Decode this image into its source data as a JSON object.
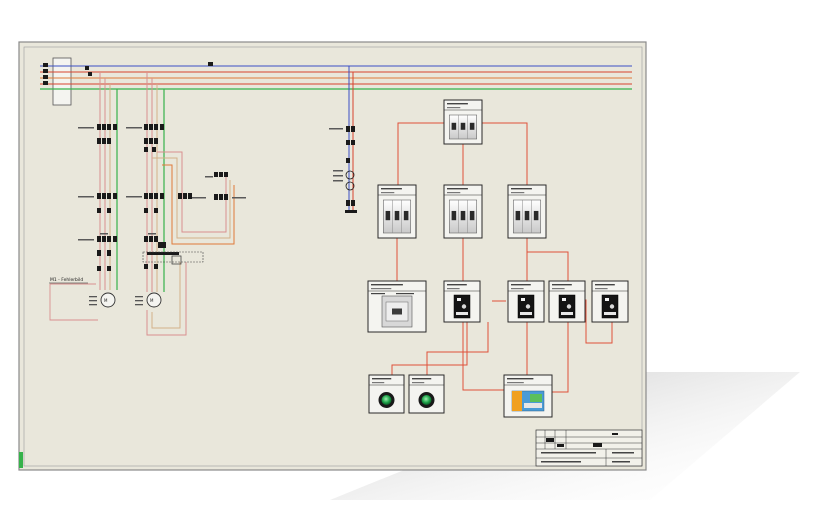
{
  "colors": {
    "sheet": "#e9e7db",
    "frame": "#6b6b6b",
    "wire_red": "#d8432e",
    "wire_blue": "#3a4fc4",
    "wire_green": "#36b24a",
    "wire_orange": "#e07a3a",
    "wire_pink": "#d98f8f",
    "wire_tan": "#d4b08a",
    "ink": "#1a1a1a",
    "module_bg": "#f4f4f0"
  },
  "left_schematic": {
    "fault_label": "M1 - Fehlerbild"
  },
  "module_boxes": [
    {
      "id": "top-breaker",
      "icon": "circuit-breaker-icon"
    },
    {
      "id": "breaker-1",
      "icon": "circuit-breaker-icon"
    },
    {
      "id": "breaker-2",
      "icon": "circuit-breaker-icon"
    },
    {
      "id": "breaker-3",
      "icon": "circuit-breaker-icon"
    },
    {
      "id": "contactor-1",
      "icon": "contactor-icon"
    },
    {
      "id": "relay-1",
      "icon": "relay-icon"
    },
    {
      "id": "relay-2",
      "icon": "relay-icon"
    },
    {
      "id": "relay-3",
      "icon": "relay-icon"
    },
    {
      "id": "relay-4",
      "icon": "relay-icon"
    },
    {
      "id": "button-1",
      "icon": "green-pushbutton-icon"
    },
    {
      "id": "button-2",
      "icon": "green-pushbutton-icon"
    },
    {
      "id": "terminal-block",
      "icon": "terminal-block-icon"
    }
  ]
}
